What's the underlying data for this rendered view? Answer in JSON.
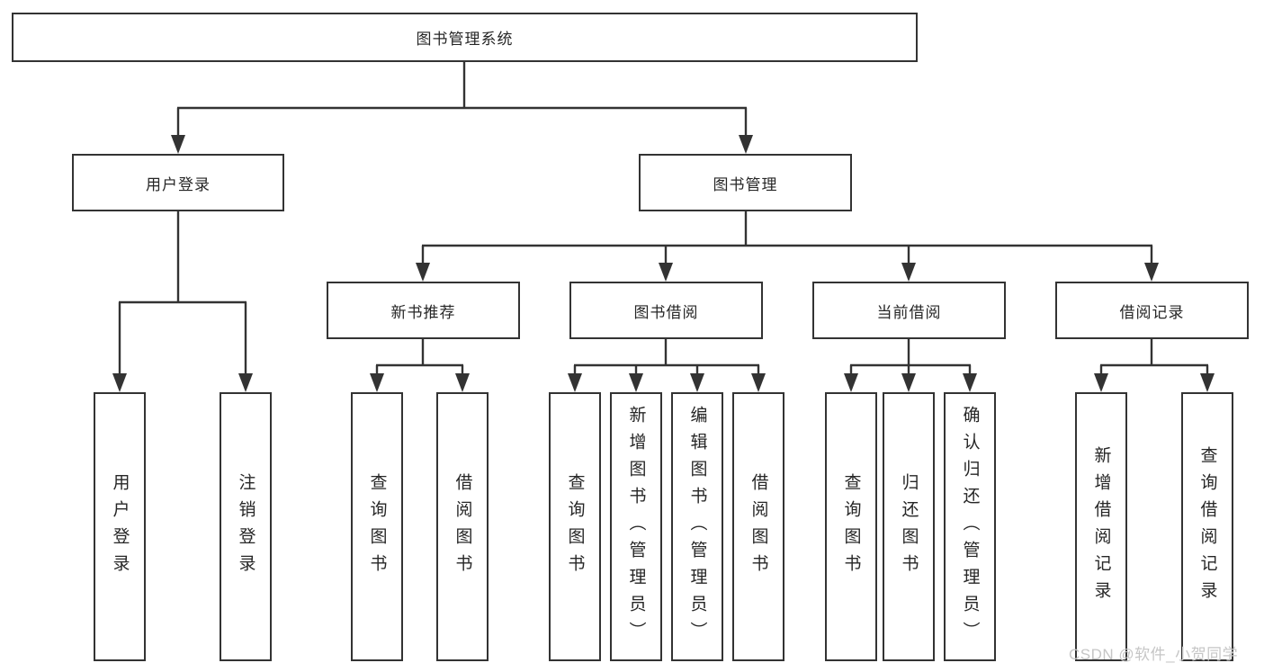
{
  "diagram": {
    "root": {
      "label": "图书管理系统"
    },
    "level2": [
      {
        "label": "用户登录"
      },
      {
        "label": "图书管理"
      }
    ],
    "level3": [
      {
        "label": "新书推荐"
      },
      {
        "label": "图书借阅"
      },
      {
        "label": "当前借阅"
      },
      {
        "label": "借阅记录"
      }
    ],
    "groups": [
      {
        "parent": "用户登录",
        "children": [
          "用户登录",
          "注销登录"
        ]
      },
      {
        "parent": "新书推荐",
        "children": [
          "查询图书",
          "借阅图书"
        ]
      },
      {
        "parent": "图书借阅",
        "children": [
          "查询图书",
          "新增图书（管理员）",
          "编辑图书（管理员）",
          "借阅图书"
        ]
      },
      {
        "parent": "当前借阅",
        "children": [
          "查询图书",
          "归还图书",
          "确认归还（管理员）"
        ]
      },
      {
        "parent": "借阅记录",
        "children": [
          "新增借阅记录",
          "查询借阅记录"
        ]
      }
    ]
  },
  "watermark": {
    "text": "CSDN @软件_小贺同学"
  },
  "colors": {
    "line": "#333333",
    "text": "#262626",
    "box_bg": "#ffffff",
    "watermark": "#c6c6c6"
  }
}
